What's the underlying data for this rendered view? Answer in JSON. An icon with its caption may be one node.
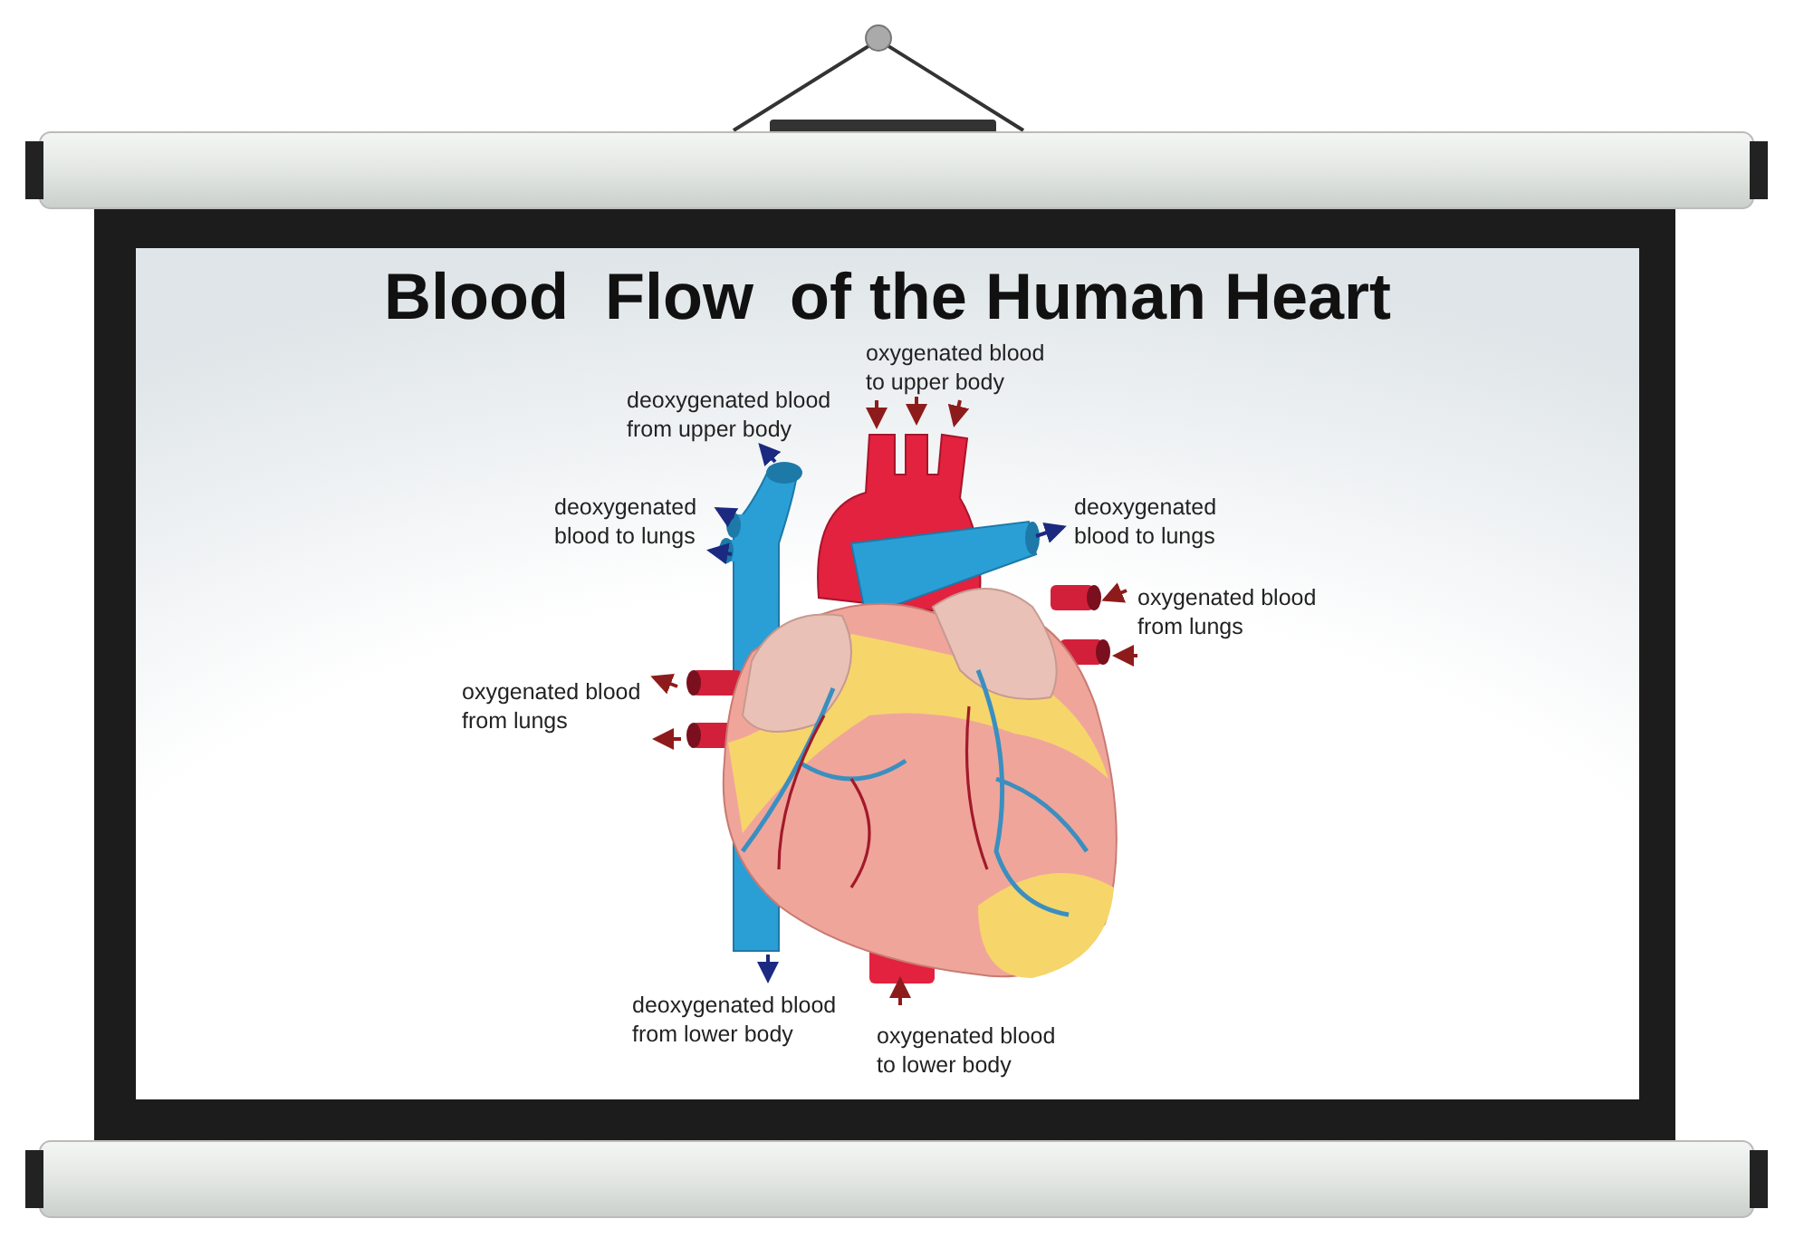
{
  "diagram": {
    "title": "Blood  Flow  of the Human Heart",
    "labels": [
      "oxygenated blood to upper body",
      "deoxygenated blood from upper body",
      "deoxygenated blood to lungs",
      "deoxygenated blood to lungs",
      "oxygenated blood from lungs",
      "oxygenated blood from lungs",
      "deoxygenated blood from lower body",
      "oxygenated blood to lower body"
    ]
  }
}
